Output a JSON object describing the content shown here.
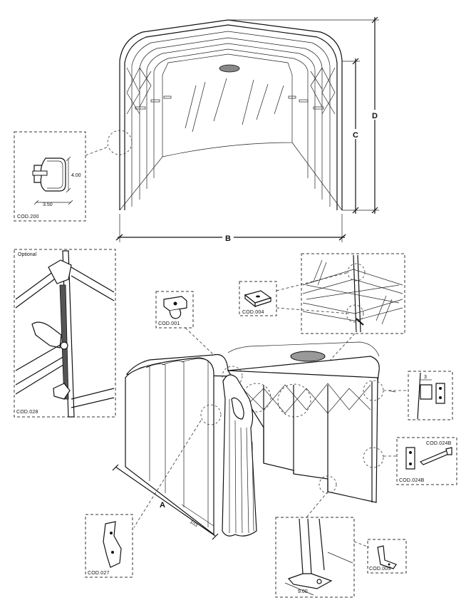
{
  "dimensions": {
    "width_label": "B",
    "side_height_label": "C",
    "total_height_label": "D",
    "length_label": "A",
    "spacing_label": "103",
    "foot_label": "9.00"
  },
  "profile_detail": {
    "code": "COD.200",
    "height": "4.00",
    "width": "3.50"
  },
  "parts": {
    "cod001": "COD.001",
    "cod004": "COD.004",
    "cod028": "COD.028",
    "cod028_note": "Optional",
    "cod024b": "COD.024B",
    "cod024b_width": "3",
    "cod027": "COD.027",
    "cod009": "COD.009"
  }
}
